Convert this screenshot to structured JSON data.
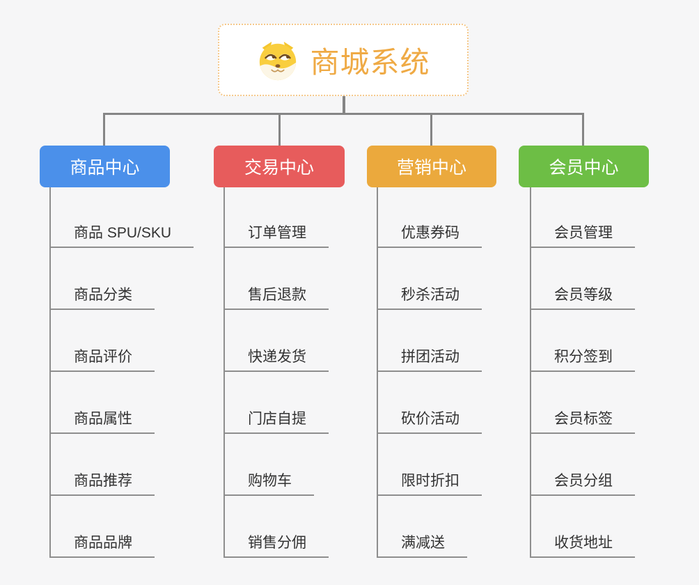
{
  "page": {
    "background": "#F6F6F7"
  },
  "root": {
    "title": "商城系统",
    "icon": "doge-icon",
    "text_color": "#EFAA45",
    "border_color": "#F5C88A",
    "background": "#FFFFFF"
  },
  "connectors": {
    "line_color": "#858585",
    "leaf_line_color": "#8E8E8E"
  },
  "leaf_style": {
    "text_color": "#333333"
  },
  "branches": [
    {
      "label": "商品中心",
      "color": "#4B90EA",
      "children": [
        "商品 SPU/SKU",
        "商品分类",
        "商品评价",
        "商品属性",
        "商品推荐",
        "商品品牌"
      ]
    },
    {
      "label": "交易中心",
      "color": "#E75C5C",
      "children": [
        "订单管理",
        "售后退款",
        "快递发货",
        "门店自提",
        "购物车",
        "销售分佣"
      ]
    },
    {
      "label": "营销中心",
      "color": "#EBA93D",
      "children": [
        "优惠券码",
        "秒杀活动",
        "拼团活动",
        "砍价活动",
        "限时折扣",
        "满减送"
      ]
    },
    {
      "label": "会员中心",
      "color": "#6DBE45",
      "children": [
        "会员管理",
        "会员等级",
        "积分签到",
        "会员标签",
        "会员分组",
        "收货地址"
      ]
    }
  ]
}
